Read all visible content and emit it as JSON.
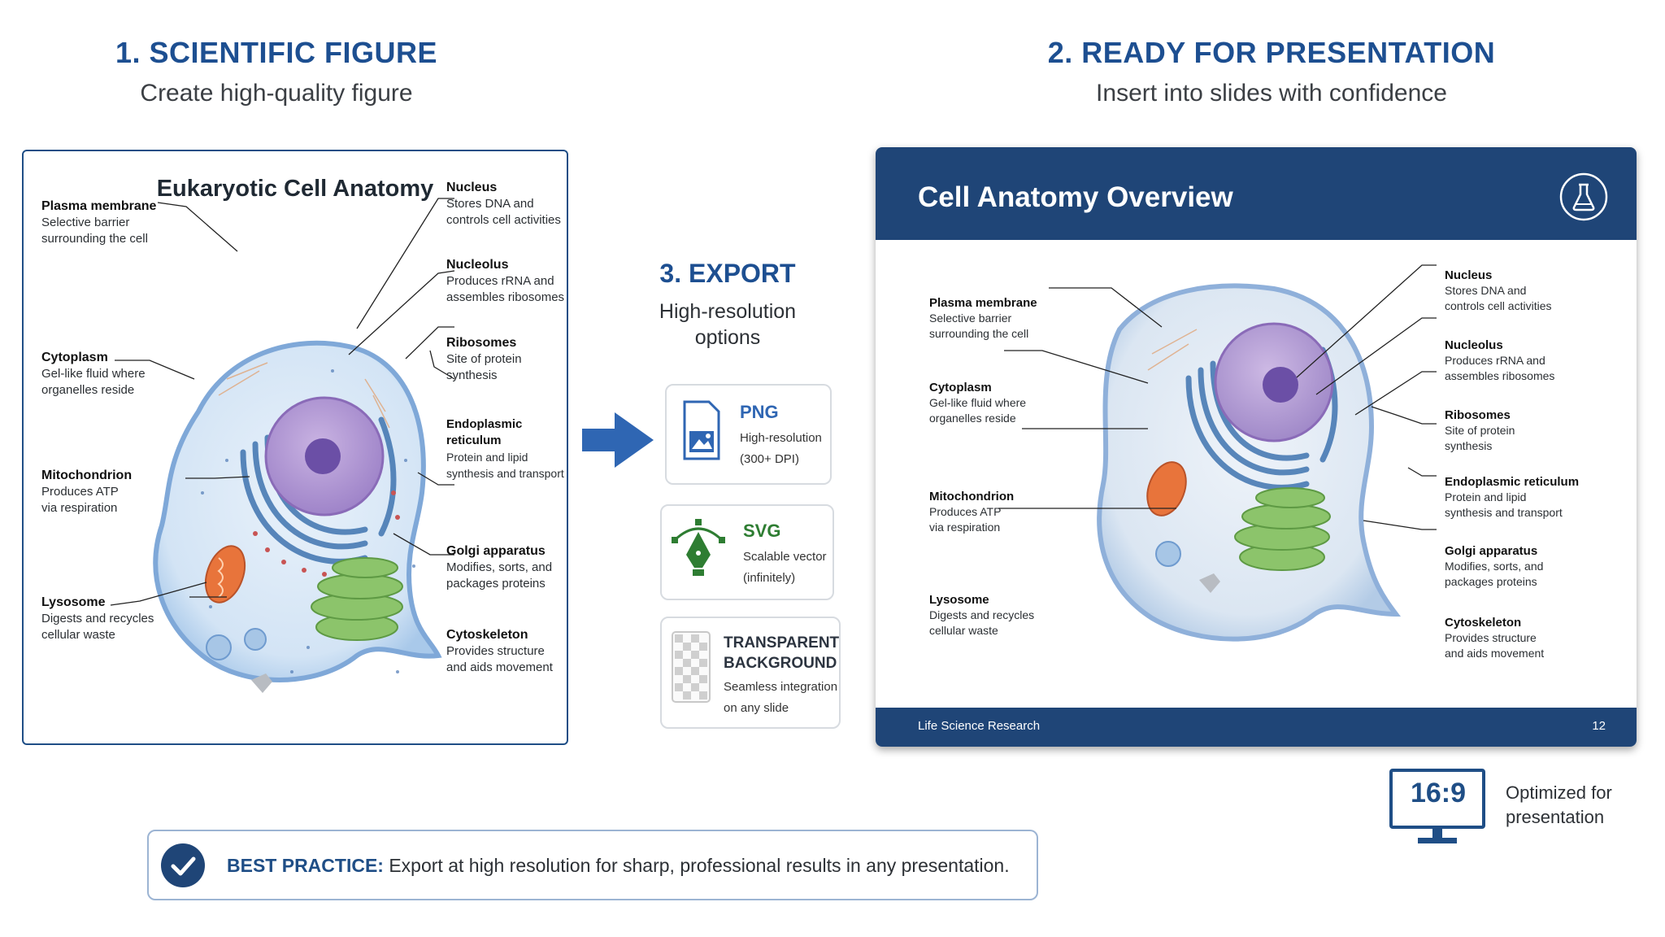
{
  "section1": {
    "title": "1. SCIENTIFIC FIGURE",
    "subtitle": "Create high-quality figure"
  },
  "section2": {
    "title": "2. READY FOR PRESENTATION",
    "subtitle": "Insert into slides with confidence"
  },
  "section3": {
    "number": "3.",
    "title": "EXPORT",
    "subtitle_line1": "High-resolution",
    "subtitle_line2": "options"
  },
  "figure": {
    "title": "Eukaryotic Cell Anatomy",
    "labels": [
      {
        "name": "Plasma membrane",
        "desc1": "Selective barrier",
        "desc2": "surrounding the cell"
      },
      {
        "name": "Cytoplasm",
        "desc1": "Gel-like fluid where",
        "desc2": "organelles reside"
      },
      {
        "name": "Mitochondrion",
        "desc1": "Produces ATP",
        "desc2": "via respiration"
      },
      {
        "name": "Lysosome",
        "desc1": "Digests and recycles",
        "desc2": "cellular waste"
      },
      {
        "name": "Nucleus",
        "desc1": "Stores DNA and",
        "desc2": "controls cell activities"
      },
      {
        "name": "Nucleolus",
        "desc1": "Produces rRNA and",
        "desc2": "assembles ribosomes"
      },
      {
        "name": "Ribosomes",
        "desc1": "Site of protein",
        "desc2": "synthesis"
      },
      {
        "name": "Endoplasmic reticulum",
        "desc1": "Protein and lipid",
        "desc2": "synthesis and transport"
      },
      {
        "name": "Golgi apparatus",
        "desc1": "Modifies, sorts, and",
        "desc2": "packages proteins"
      },
      {
        "name": "Cytoskeleton",
        "desc1": "Provides structure",
        "desc2": "and aids movement"
      }
    ]
  },
  "slide": {
    "title": "Cell Anatomy Overview",
    "footer_left": "Life Science Research",
    "page_number": "12",
    "icon": "flask-icon",
    "header_color": "#1f4577"
  },
  "export": [
    {
      "format": "PNG",
      "desc1": "High-resolution",
      "desc2": "(300+ DPI)",
      "icon": "image-file-icon"
    },
    {
      "format": "SVG",
      "desc1": "Scalable vector",
      "desc2": "(infinitely)",
      "icon": "pen-tool-icon"
    },
    {
      "format": "TRANSPARENT",
      "format2": "BACKGROUND",
      "desc1": "Seamless integration",
      "desc2": "on any slide",
      "icon": "transparency-grid-icon"
    }
  ],
  "ratio": {
    "value": "16:9",
    "line1": "Optimized for",
    "line2": "presentation",
    "icon": "monitor-icon"
  },
  "best_practice": {
    "label": "BEST PRACTICE:",
    "text": "Export at high resolution for sharp, professional results in any presentation.",
    "icon": "check-circle-icon"
  },
  "colors": {
    "navy": "#1d4f91",
    "svg_green": "#2e7d32",
    "accent_blue": "#2f66b3"
  }
}
